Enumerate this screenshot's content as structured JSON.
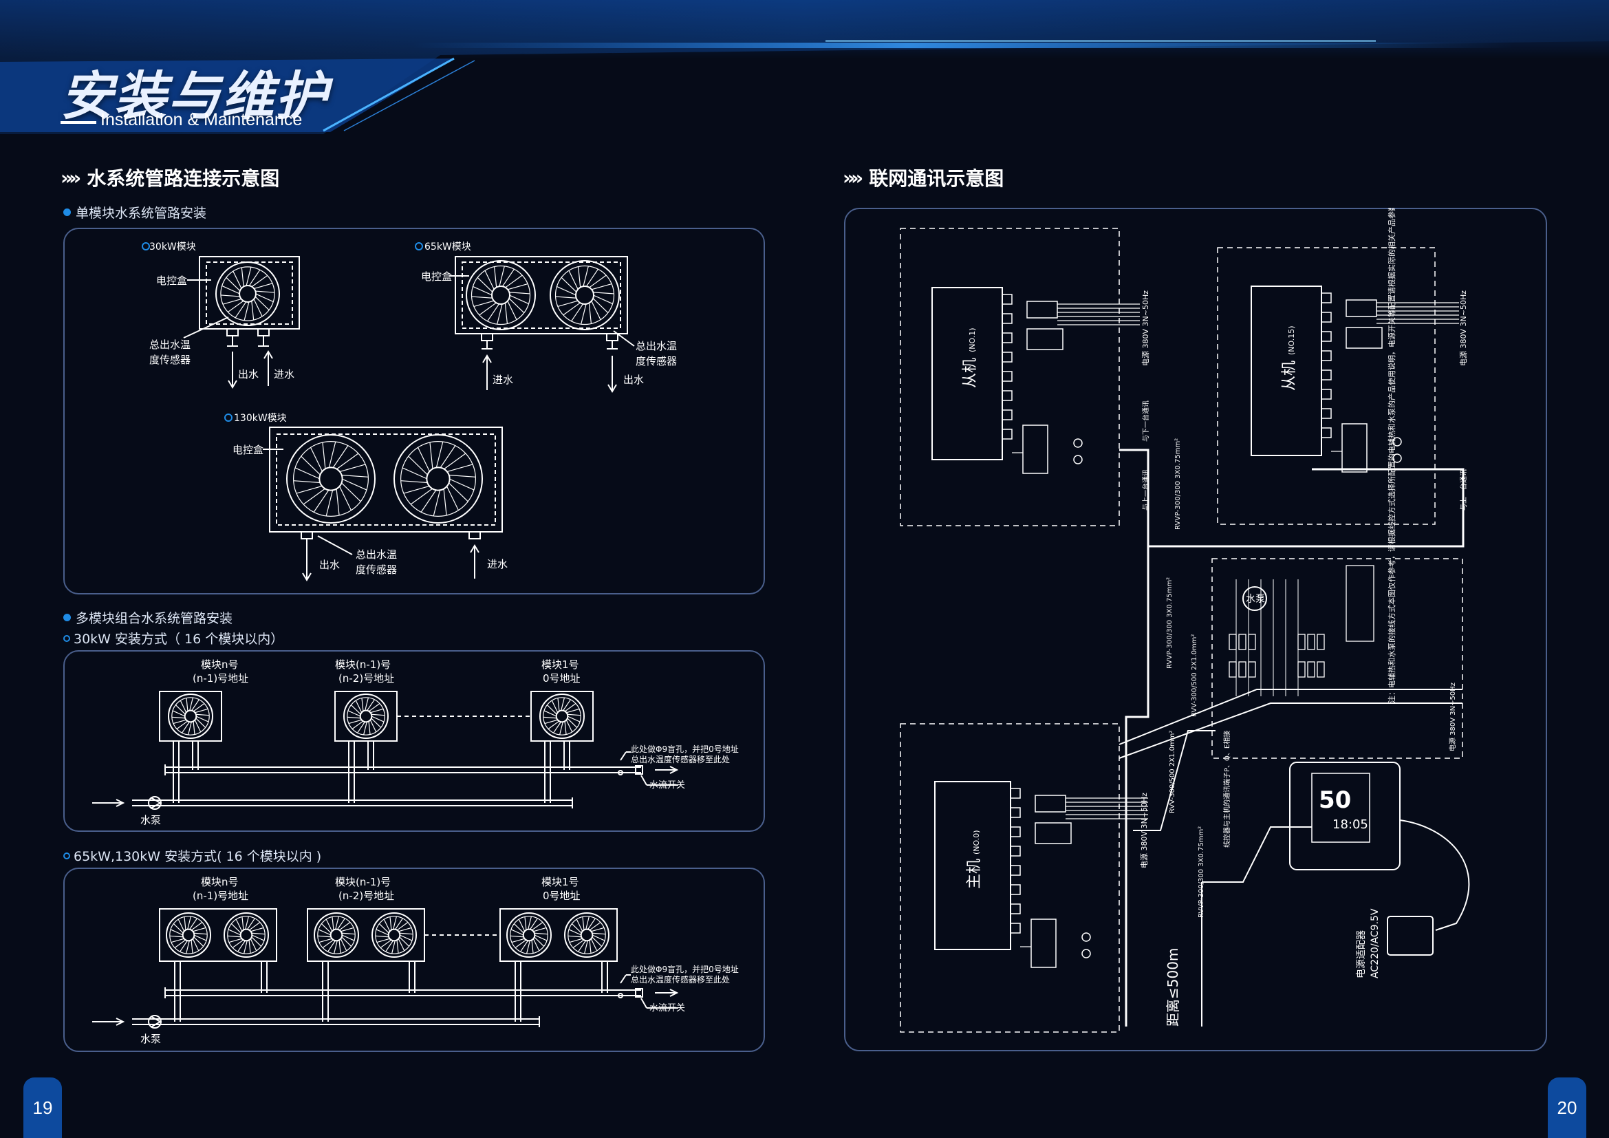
{
  "header": {
    "title_cn": "安装与维护",
    "title_en": "Installation & Maintenance"
  },
  "left": {
    "section_title": "水系统管路连接示意图",
    "single_module_title": "单模块水系统管路安装",
    "single": {
      "m30": "30kW模块",
      "m65": "65kW模块",
      "m130": "130kW模块",
      "control_box": "电控盒",
      "sensor_l1": "总出水温",
      "sensor_l2": "度传感器",
      "outlet": "出水",
      "inlet": "进水"
    },
    "multi_title": "多模块组合水系统管路安装",
    "multi30_title": "30kW 安装方式（ 16 个模块以内）",
    "multi65_title": "65kW,130kW 安装方式( 16 个模块以内 )",
    "module_n_l1": "模块n号",
    "module_n_l2": "(n-1)号地址",
    "module_n1_l1": "模块(n-1)号",
    "module_n1_l2": "(n-2)号地址",
    "module_1_l1": "模块1号",
    "module_1_l2": "0号地址",
    "note_l1": "此处做Φ9盲孔，并把0号地址",
    "note_l2": "总出水温度传感器移至此处",
    "flow_switch": "水流开关",
    "pump": "水泵"
  },
  "right": {
    "section_title": "联网通讯示意图",
    "slave1": "从机",
    "slave1_no": "(NO.1)",
    "slave15": "从机",
    "slave15_no": "(NO.15)",
    "master": "主机",
    "master_no": "(NO.0)",
    "power_label": "电源 380V 3N~50Hz",
    "to_next": "与下一台通讯",
    "to_prev": "与上一台通讯",
    "cable_rvvp": "RVVP-300/300 3X0.75mm²",
    "cable_rvv": "RVV-300/500 2X1.0mm²",
    "pump": "水泵",
    "distance": "距离≤500m",
    "adapter_l1": "电源适配器",
    "adapter_l2": "AC220/AC9.5V",
    "pump_note": "注：电辅热和水泵的接线方式本图仅作参考，请根据线控方式选择所配置的电辅热和水泵的产品使用说明，电源开关等配置请根据实际的相关产品参数及国家标准规范进行配置",
    "wire_controller_note": "线控器与主机的通讯端子P、Q、E相接",
    "display_time": "18:05",
    "display_temp": "50"
  },
  "pages": {
    "left": "19",
    "right": "20"
  }
}
